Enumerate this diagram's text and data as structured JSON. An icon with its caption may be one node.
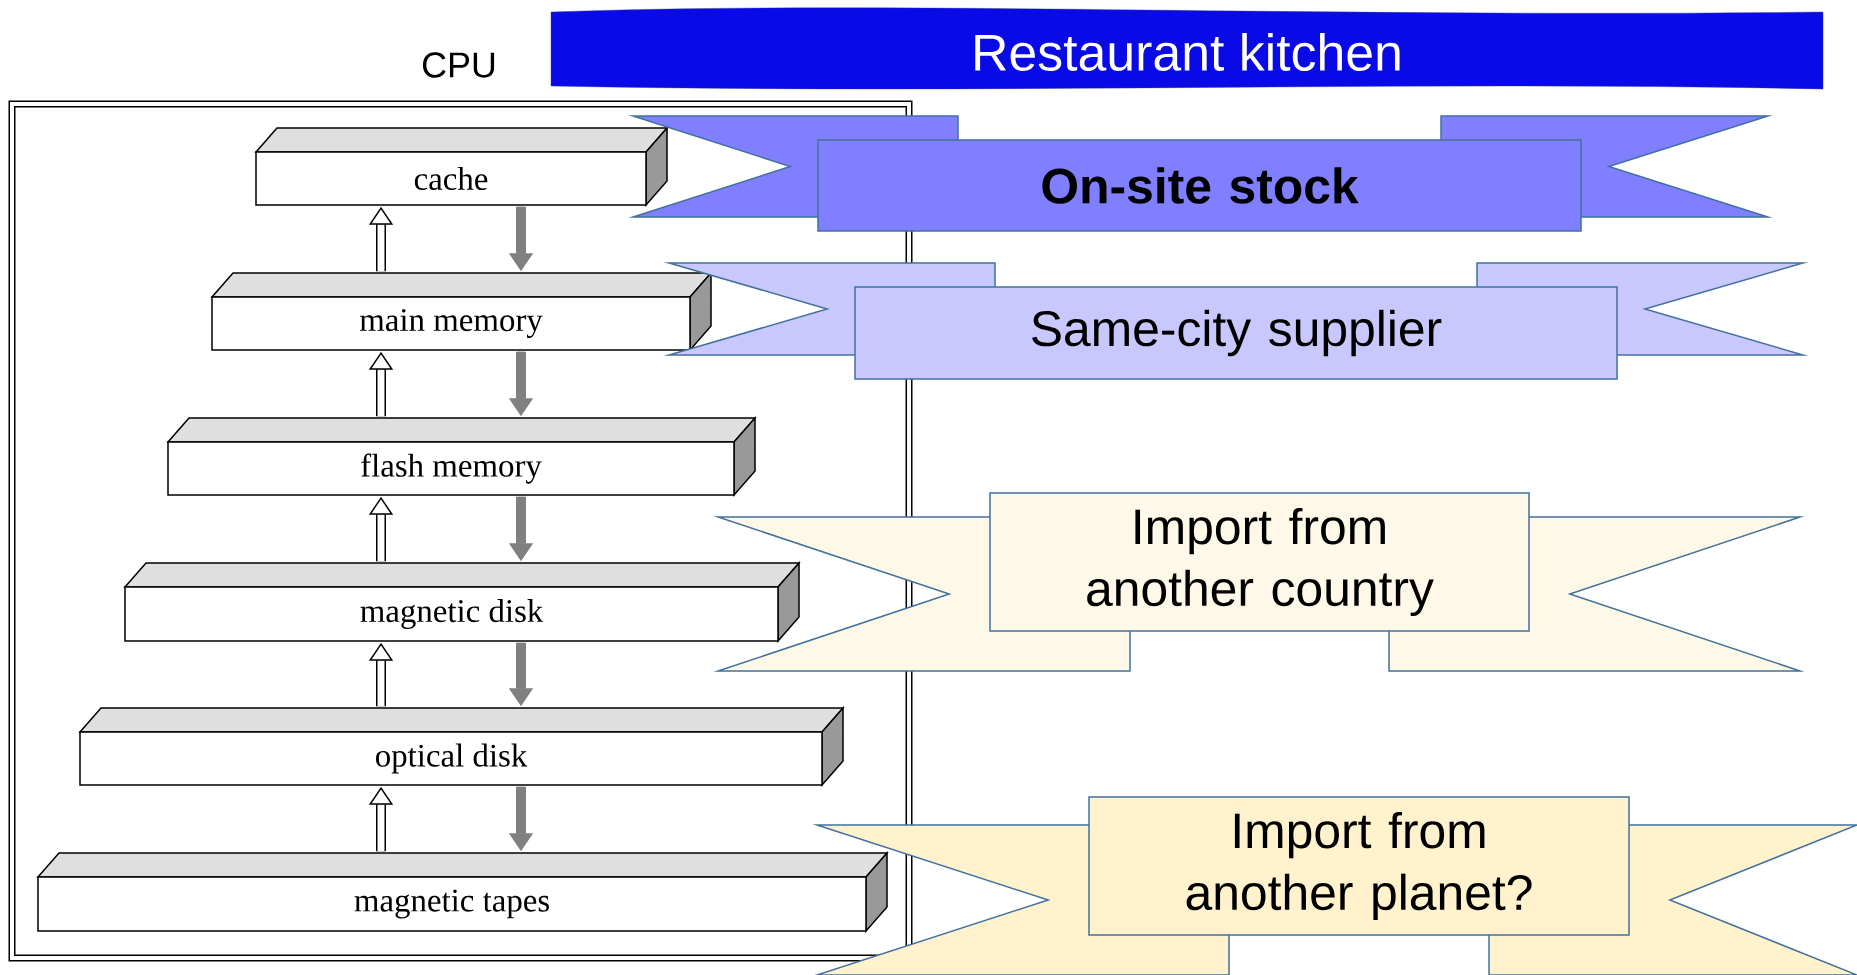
{
  "diagram": {
    "title": "Restaurant kitchen",
    "nodes": [
      {
        "text": [
          "CPU"
        ]
      },
      {
        "text": [
          "cache"
        ],
        "in": 0
      },
      {
        "text": [
          "main memory"
        ],
        "in": 0
      },
      {
        "text": [
          "flash memory"
        ],
        "in": 0
      },
      {
        "text": [
          "magnetic disk"
        ],
        "in": 0
      },
      {
        "text": [
          "optical disk"
        ],
        "in": 0
      },
      {
        "text": [
          "magnetic tapes"
        ],
        "in": 0
      },
      {
        "text": [
          "On-site stock"
        ]
      },
      {
        "text": [
          "Same-city supplier"
        ]
      },
      {
        "text": [
          "Import from another country"
        ]
      },
      {
        "text": [
          "Import from another planet?"
        ]
      }
    ],
    "edges": [
      {
        "from": 1,
        "to": 2,
        "arrow": "to",
        "color": "#808080"
      },
      {
        "from": 2,
        "to": 1,
        "arrow": "to",
        "color": "#000000"
      },
      {
        "from": 2,
        "to": 3,
        "arrow": "to",
        "color": "#808080"
      },
      {
        "from": 3,
        "to": 2,
        "arrow": "to",
        "color": "#000000"
      },
      {
        "from": 3,
        "to": 4,
        "arrow": "to",
        "color": "#808080"
      },
      {
        "from": 4,
        "to": 3,
        "arrow": "to",
        "color": "#000000"
      },
      {
        "from": 4,
        "to": 5,
        "arrow": "to",
        "color": "#808080"
      },
      {
        "from": 5,
        "to": 4,
        "arrow": "to",
        "color": "#000000"
      },
      {
        "from": 5,
        "to": 6,
        "arrow": "to",
        "color": "#808080"
      },
      {
        "from": 6,
        "to": 5,
        "arrow": "to",
        "color": "#000000"
      }
    ]
  }
}
